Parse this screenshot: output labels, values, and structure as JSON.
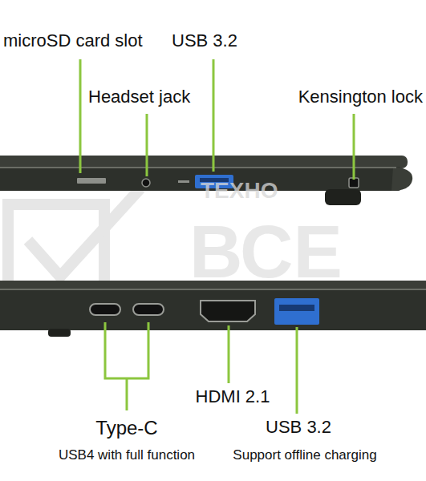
{
  "diagram": {
    "labels": [
      "microSD card slot",
      "Headset jack",
      "USB 3.2",
      "Kensington lock",
      "ТЕХНО",
      "ВСЕ",
      "Type-C",
      "USB4 with full function",
      "HDMI 2.1",
      "USB 3.2",
      "Support offline charging"
    ]
  }
}
